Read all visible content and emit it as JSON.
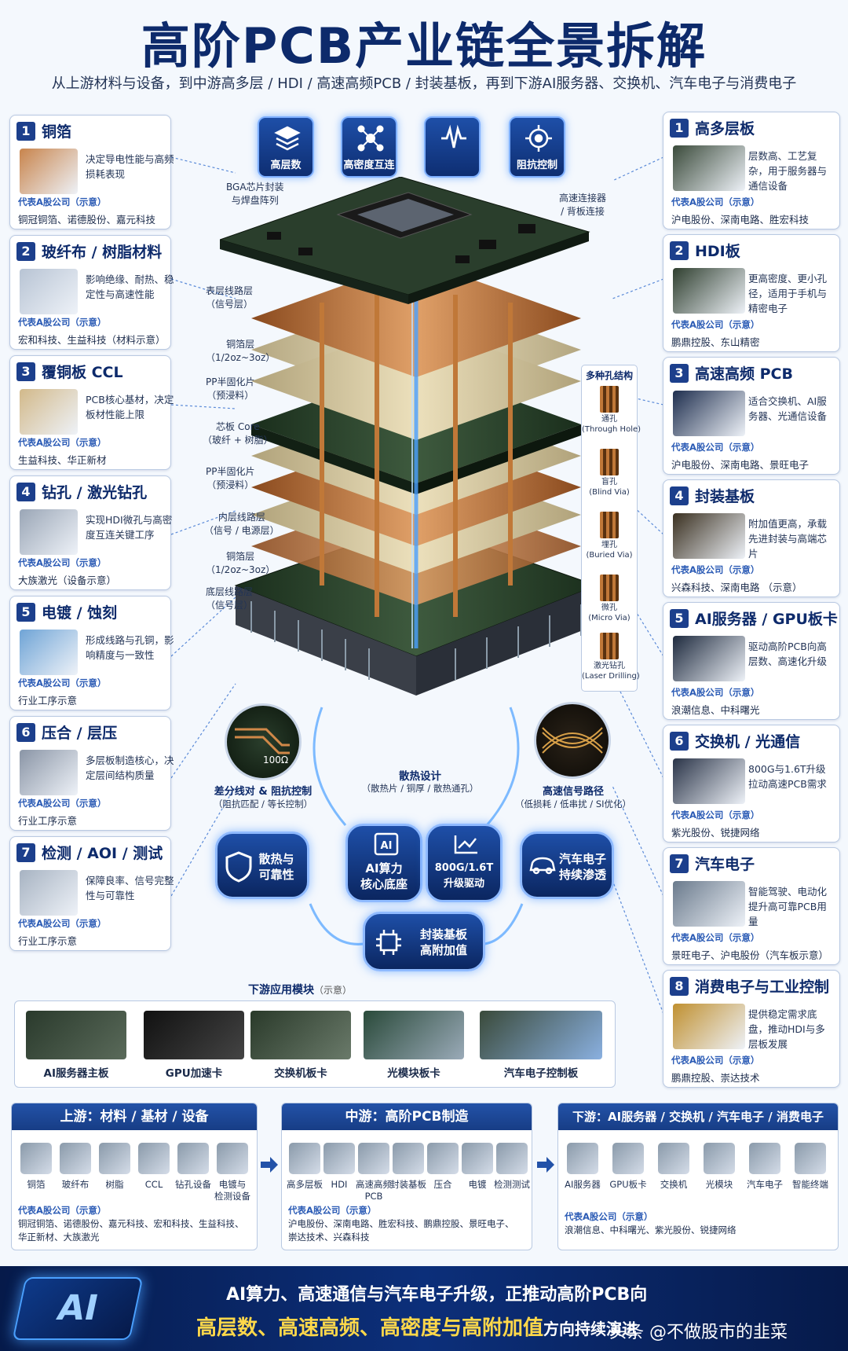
{
  "header": {
    "title": "高阶PCB产业链全景拆解",
    "subtitle": "从上游材料与设备，到中游高多层 / HDI / 高速高频PCB / 封装基板，再到下游AI服务器、交换机、汽车电子与消费电子"
  },
  "top_icons": [
    {
      "label": "高层数",
      "icon": "layers-icon"
    },
    {
      "label": "高密度互连",
      "icon": "network-icon"
    },
    {
      "label": "",
      "icon": "signal-wave-icon"
    },
    {
      "label": "阻抗控制",
      "icon": "target-icon"
    }
  ],
  "left_cards": [
    {
      "num": "1",
      "title": "铜箔",
      "desc": "决定导电性能与高频损耗表现",
      "rep_label": "代表A股公司（示意）",
      "rep": "铜冠铜箔、诺德股份、嘉元科技",
      "color": "#c8844c"
    },
    {
      "num": "2",
      "title": "玻纤布 / 树脂材料",
      "desc": "影响绝缘、耐热、稳定性与高速性能",
      "rep_label": "代表A股公司（示意）",
      "rep": "宏和科技、生益科技（材料示意）",
      "color": "#b8c4d4"
    },
    {
      "num": "3",
      "title": "覆铜板 CCL",
      "desc": "PCB核心基材，决定板材性能上限",
      "rep_label": "代表A股公司（示意）",
      "rep": "生益科技、华正新材",
      "color": "#d2b98a"
    },
    {
      "num": "4",
      "title": "钻孔 / 激光钻孔",
      "desc": "实现HDI微孔与高密度互连关键工序",
      "rep_label": "代表A股公司（示意）",
      "rep": "大族激光（设备示意）",
      "color": "#9aa6b6"
    },
    {
      "num": "5",
      "title": "电镀 / 蚀刻",
      "desc": "形成线路与孔铜，影响精度与一致性",
      "rep_label": "代表A股公司（示意）",
      "rep": "行业工序示意",
      "color": "#6fa4d6"
    },
    {
      "num": "6",
      "title": "压合 / 层压",
      "desc": "多层板制造核心，决定层间结构质量",
      "rep_label": "代表A股公司（示意）",
      "rep": "行业工序示意",
      "color": "#8a95a6"
    },
    {
      "num": "7",
      "title": "检测 / AOI / 测试",
      "desc": "保障良率、信号完整性与可靠性",
      "rep_label": "代表A股公司（示意）",
      "rep": "行业工序示意",
      "color": "#a7b3c2"
    }
  ],
  "right_cards": [
    {
      "num": "1",
      "title": "高多层板",
      "desc": "层数高、工艺复杂，用于服务器与通信设备",
      "rep_label": "代表A股公司（示意）",
      "rep": "沪电股份、深南电路、胜宏科技",
      "color": "#3a4a3a"
    },
    {
      "num": "2",
      "title": "HDI板",
      "desc": "更高密度、更小孔径，适用于手机与精密电子",
      "rep_label": "代表A股公司（示意）",
      "rep": "鹏鼎控股、东山精密",
      "color": "#2f3f2f"
    },
    {
      "num": "3",
      "title": "高速高频 PCB",
      "desc": "适合交换机、AI服务器、光通信设备",
      "rep_label": "代表A股公司（示意）",
      "rep": "沪电股份、深南电路、景旺电子",
      "color": "#1e2e4e"
    },
    {
      "num": "4",
      "title": "封装基板",
      "desc": "附加值更高，承载先进封装与高端芯片",
      "rep_label": "代表A股公司（示意）",
      "rep": "兴森科技、深南电路 （示意）",
      "color": "#3a3020"
    },
    {
      "num": "5",
      "title": "AI服务器 / GPU板卡",
      "desc": "驱动高阶PCB向高层数、高速化升级",
      "rep_label": "代表A股公司（示意）",
      "rep": "浪潮信息、中科曙光",
      "color": "#1e2a3e"
    },
    {
      "num": "6",
      "title": "交换机 / 光通信",
      "desc": "800G与1.6T升级拉动高速PCB需求",
      "rep_label": "代表A股公司（示意）",
      "rep": "紫光股份、锐捷网络",
      "color": "#2a3448"
    },
    {
      "num": "7",
      "title": "汽车电子",
      "desc": "智能驾驶、电动化提升高可靠PCB用量",
      "rep_label": "代表A股公司（示意）",
      "rep": "景旺电子、沪电股份（汽车板示意）",
      "color": "#6a7a8c"
    },
    {
      "num": "8",
      "title": "消费电子与工业控制",
      "desc": "提供稳定需求底盘，推动HDI与多层板发展",
      "rep_label": "代表A股公司（示意）",
      "rep": "鹏鼎控股、崇达技术",
      "color": "#c09030"
    }
  ],
  "layer_labels": [
    {
      "text": "BGA芯片封装\n与焊盘阵列"
    },
    {
      "text": "表层线路层\n（信号层）"
    },
    {
      "text": "铜箔层\n（1/2oz~3oz）"
    },
    {
      "text": "PP半固化片\n（预浸料）"
    },
    {
      "text": "芯板 Core\n（玻纤 + 树脂）"
    },
    {
      "text": "PP半固化片\n（预浸料）"
    },
    {
      "text": "内层线路层\n（信号 / 电源层）"
    },
    {
      "text": "铜箔层\n（1/2oz~3oz）"
    },
    {
      "text": "底层线路层\n（信号层）"
    }
  ],
  "connector_label": "高速连接器\n/ 背板连接",
  "hole_types": {
    "title": "多种孔结构",
    "items": [
      "通孔\n(Through Hole)",
      "盲孔\n(Blind Via)",
      "埋孔\n(Buried Via)",
      "微孔\n(Micro Via)",
      "激光钻孔\n(Laser Drilling)"
    ]
  },
  "callouts": {
    "diff_pair": "差分线对 & 阻抗控制",
    "diff_pair_sub": "（阻抗匹配 / 等长控制）",
    "impedance_value": "100Ω",
    "thermal": "散热设计",
    "thermal_sub": "（散热片 / 铜厚 / 散热通孔）",
    "signal": "高速信号路径",
    "signal_sub": "（低损耗 / 低串扰 / SI优化）"
  },
  "badges": [
    {
      "text": "散热与\n可靠性",
      "icon": "shield-icon"
    },
    {
      "text": "AI算力\n核心底座",
      "icon": "ai-chip-icon"
    },
    {
      "text": "800G/1.6T\n升级驱动",
      "icon": "chart-up-icon"
    },
    {
      "text": "汽车电子\n持续渗透",
      "icon": "car-icon"
    },
    {
      "text": "封装基板\n高附加值",
      "icon": "chip-icon"
    }
  ],
  "apps": {
    "title": "下游应用模块",
    "title_note": "（示意）",
    "items": [
      "AI服务器主板",
      "GPU加速卡",
      "交换机板卡",
      "光模块板卡",
      "汽车电子控制板"
    ]
  },
  "sections": [
    {
      "title": "上游：材料 / 基材 / 设备",
      "items": [
        "铜箔",
        "玻纤布",
        "树脂",
        "CCL",
        "钻孔设备",
        "电镀与\n检测设备"
      ],
      "rep_label": "代表A股公司（示意）",
      "rep": "铜冠铜箔、诺德股份、嘉元科技、宏和科技、生益科技、\n华正新材、大族激光"
    },
    {
      "title": "中游：高阶PCB制造",
      "items": [
        "高多层板",
        "HDI",
        "高速高频\nPCB",
        "封装基板",
        "压合",
        "电镀",
        "检测测试"
      ],
      "rep_label": "代表A股公司（示意）",
      "rep": "沪电股份、深南电路、胜宏科技、鹏鼎控股、景旺电子、\n崇达技术、兴森科技"
    },
    {
      "title": "下游：AI服务器 / 交换机 / 汽车电子 / 消费电子",
      "items": [
        "AI服务器",
        "GPU板卡",
        "交换机",
        "光模块",
        "汽车电子",
        "智能终端"
      ],
      "rep_label": "代表A股公司（示意）",
      "rep": "浪潮信息、中科曙光、紫光股份、锐捷网络"
    }
  ],
  "banner": {
    "line1": "AI算力、高速通信与汽车电子升级，正推动高阶PCB向",
    "line2a": "高层数、高速高频、高密度与高附加值",
    "line2b": "方向持续演进",
    "watermark": "头条 @不做股市的韭菜",
    "chip_text": "AI"
  },
  "colors": {
    "navy": "#0d2a6b",
    "accent": "#2b5bb5",
    "copper": "#c8844c",
    "glow": "#4aa0ff"
  }
}
